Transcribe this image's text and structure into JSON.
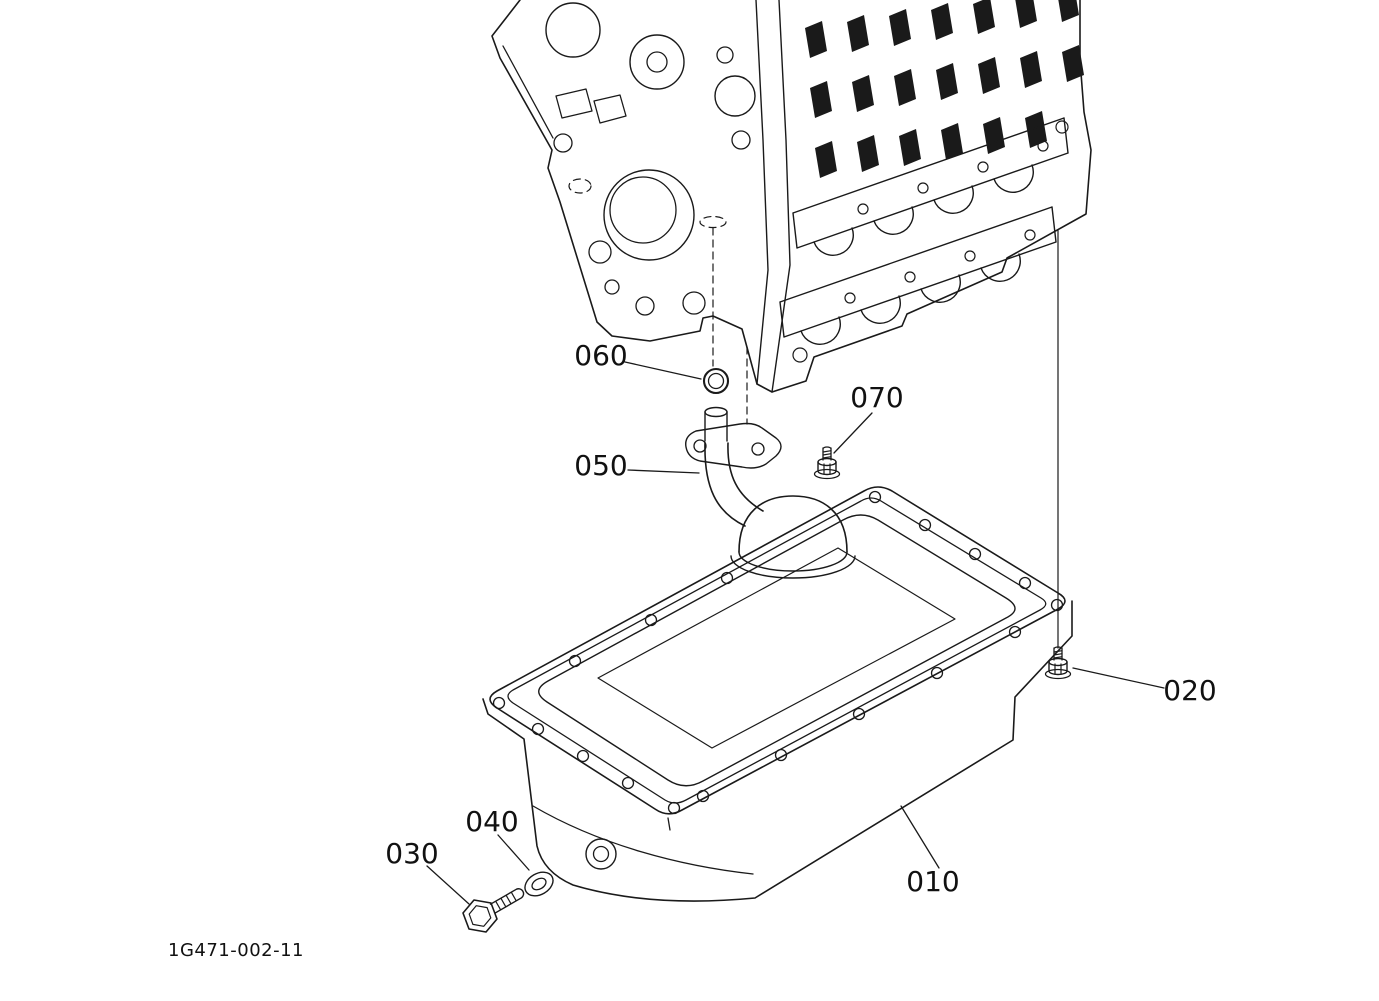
{
  "figure": {
    "background_color": "#ffffff",
    "line_color": "#1a1a1a",
    "drawing_code": "1G471-002-11",
    "callouts": [
      {
        "text": "060"
      },
      {
        "text": "070"
      },
      {
        "text": "050"
      },
      {
        "text": "020"
      },
      {
        "text": "040"
      },
      {
        "text": "030"
      },
      {
        "text": "010"
      }
    ]
  }
}
